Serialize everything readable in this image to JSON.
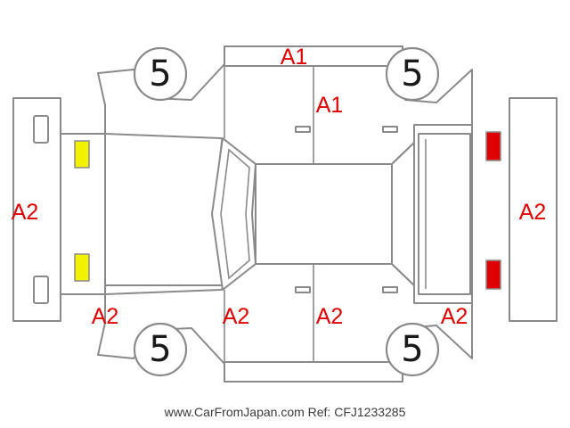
{
  "colors": {
    "damage_code": "#e00000",
    "front_lamp": "#f2f200",
    "rear_lamp": "#e00000",
    "outline": "#8a8a8a"
  },
  "tires": [
    {
      "id": "front-left",
      "label": "5"
    },
    {
      "id": "rear-left",
      "label": "5"
    },
    {
      "id": "front-right",
      "label": "5"
    },
    {
      "id": "rear-right",
      "label": "5"
    }
  ],
  "damage_marks": [
    {
      "id": "left-side-top",
      "code": "A1"
    },
    {
      "id": "rear-left-door",
      "code": "A1"
    },
    {
      "id": "front-bumper",
      "code": "A2"
    },
    {
      "id": "rear-bumper",
      "code": "A2"
    },
    {
      "id": "front-right-fender",
      "code": "A2"
    },
    {
      "id": "front-right-door",
      "code": "A2"
    },
    {
      "id": "rear-right-door",
      "code": "A2"
    },
    {
      "id": "rear-right-fender",
      "code": "A2"
    }
  ],
  "footer": {
    "text": "www.CarFromJapan.com Ref: CFJ1233285"
  }
}
